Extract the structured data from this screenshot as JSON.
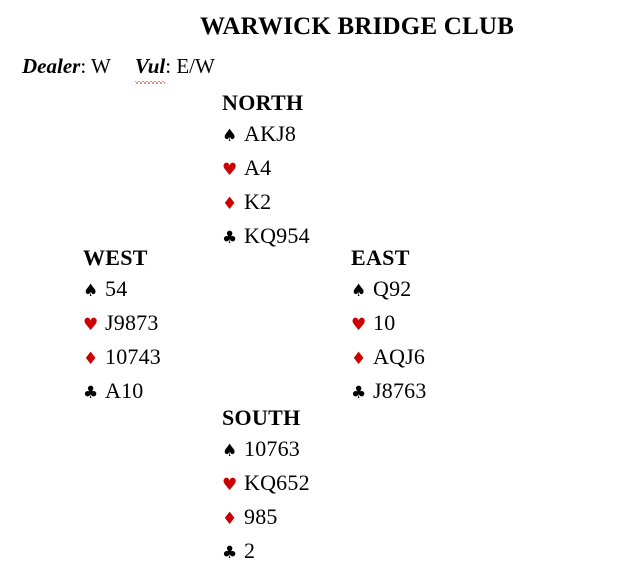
{
  "document": {
    "title": "WARWICK BRIDGE CLUB"
  },
  "meta": {
    "dealer_label": "Dealer",
    "dealer_separator": ": ",
    "dealer_value": "W",
    "vul_label": "Vul",
    "vul_separator": ": ",
    "vul_value": "E/W"
  },
  "colors": {
    "spade": "#000000",
    "heart": "#cc0000",
    "diamond": "#cc0000",
    "club": "#000000",
    "text": "#000000",
    "background": "#ffffff",
    "spellcheck_underline": "#cc2222"
  },
  "suit_symbols": {
    "spade": "♠",
    "heart": "♥",
    "diamond": "♦",
    "club": "♣"
  },
  "hands": {
    "north": {
      "label": "NORTH",
      "suits": [
        {
          "suit": "spade",
          "symbol": "♠",
          "color": "black",
          "cards": "AKJ8"
        },
        {
          "suit": "heart",
          "symbol": "♥",
          "color": "red",
          "cards": "A4"
        },
        {
          "suit": "diamond",
          "symbol": "♦",
          "color": "red",
          "cards": "K2"
        },
        {
          "suit": "club",
          "symbol": "♣",
          "color": "black",
          "cards": "KQ954"
        }
      ]
    },
    "west": {
      "label": "WEST",
      "suits": [
        {
          "suit": "spade",
          "symbol": "♠",
          "color": "black",
          "cards": "54"
        },
        {
          "suit": "heart",
          "symbol": "♥",
          "color": "red",
          "cards": "J9873"
        },
        {
          "suit": "diamond",
          "symbol": "♦",
          "color": "red",
          "cards": "10743"
        },
        {
          "suit": "club",
          "symbol": "♣",
          "color": "black",
          "cards": "A10"
        }
      ]
    },
    "east": {
      "label": "EAST",
      "suits": [
        {
          "suit": "spade",
          "symbol": "♠",
          "color": "black",
          "cards": "Q92"
        },
        {
          "suit": "heart",
          "symbol": "♥",
          "color": "red",
          "cards": "10"
        },
        {
          "suit": "diamond",
          "symbol": "♦",
          "color": "red",
          "cards": "AQJ6"
        },
        {
          "suit": "club",
          "symbol": "♣",
          "color": "black",
          "cards": "J8763"
        }
      ]
    },
    "south": {
      "label": "SOUTH",
      "suits": [
        {
          "suit": "spade",
          "symbol": "♠",
          "color": "black",
          "cards": "10763"
        },
        {
          "suit": "heart",
          "symbol": "♥",
          "color": "red",
          "cards": "KQ652"
        },
        {
          "suit": "diamond",
          "symbol": "♦",
          "color": "red",
          "cards": "985"
        },
        {
          "suit": "club",
          "symbol": "♣",
          "color": "black",
          "cards": "2"
        }
      ]
    }
  }
}
